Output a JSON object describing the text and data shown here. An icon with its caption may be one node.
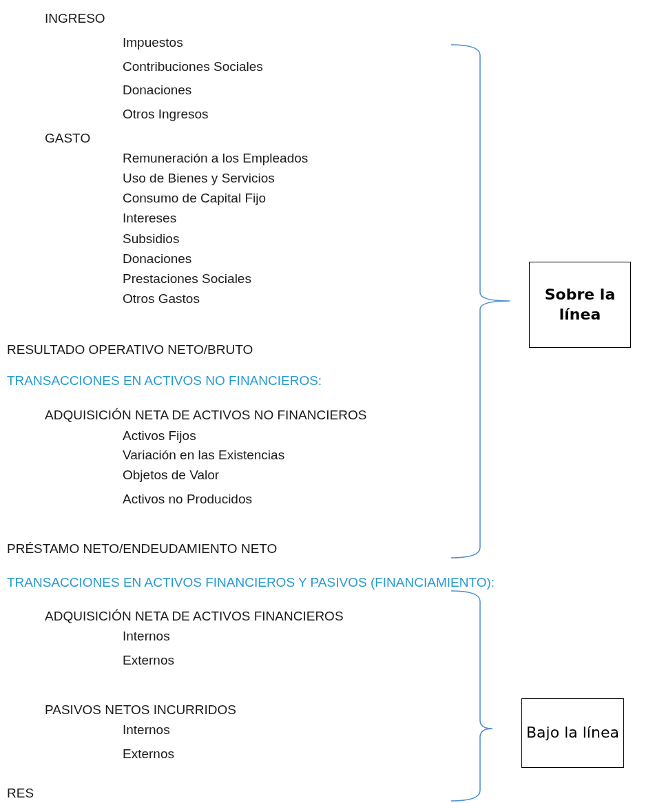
{
  "diagram": {
    "nodes": [
      {
        "text": [
          "Sobre la línea"
        ]
      },
      {
        "text": [
          "Bajo la línea"
        ]
      }
    ],
    "labels": [
      "INGRESO",
      "Impuestos",
      "Contribuciones Sociales",
      "Donaciones",
      "Otros Ingresos",
      "GASTO",
      "Remuneración a los Empleados",
      "Uso de Bienes y Servicios",
      "Consumo de Capital Fijo",
      "Intereses",
      "Subsidios",
      "Donaciones",
      "Prestaciones Sociales",
      "Otros Gastos",
      "RESULTADO OPERATIVO NETO/BRUTO",
      "TRANSACCIONES EN ACTIVOS NO FINANCIEROS:",
      "ADQUISICIÓN NETA DE ACTIVOS NO FINANCIEROS",
      "Activos Fijos",
      "Variación en las Existencias",
      "Objetos de Valor",
      "Activos no Producidos",
      "PRÉSTAMO NETO/ENDEUDAMIENTO NETO",
      "TRANSACCIONES EN ACTIVOS FINANCIEROS Y PASIVOS (FINANCIAMIENTO):",
      "ADQUISICIÓN NETA DE ACTIVOS FINANCIEROS",
      "Internos",
      "Externos",
      "PASIVOS NETOS INCURRIDOS",
      "Internos",
      "Externos",
      "RES"
    ]
  }
}
